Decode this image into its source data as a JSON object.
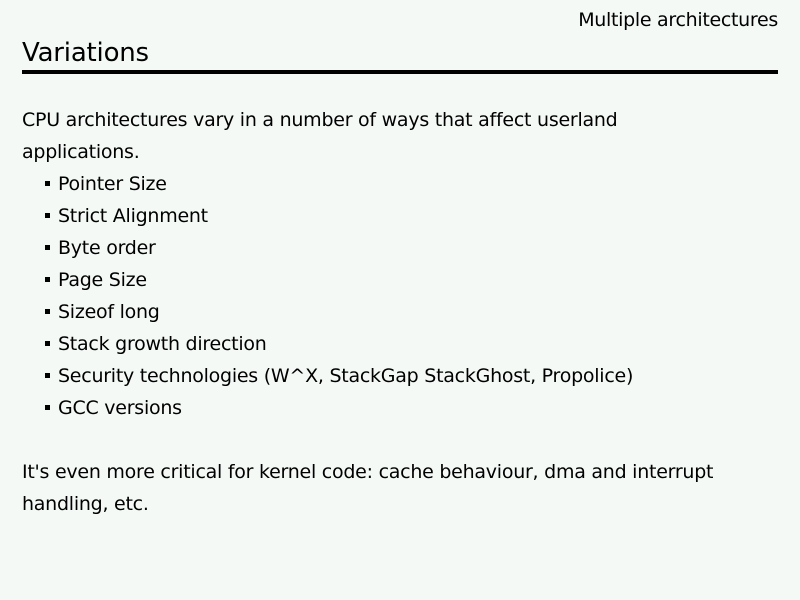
{
  "slide": {
    "header": {
      "subtitle": "Multiple architectures",
      "title": "Variations"
    },
    "body": {
      "intro_paragraph": "CPU architectures vary in a number of ways that affect userland applications.",
      "bullets": [
        {
          "label": "Pointer Size"
        },
        {
          "label": "Strict Alignment"
        },
        {
          "label": "Byte order"
        },
        {
          "label": "Page Size"
        },
        {
          "label": "Sizeof long"
        },
        {
          "label": "Stack growth direction"
        },
        {
          "label": "Security technologies (W^X, StackGap StackGhost, Propolice)"
        },
        {
          "label": "GCC versions"
        }
      ],
      "closing_paragraph": "It's even more critical for kernel code: cache behaviour, dma and interrupt handling, etc."
    },
    "colors": {
      "background": "#f4f9f6",
      "text": "#000000",
      "rule": "#000000"
    }
  }
}
